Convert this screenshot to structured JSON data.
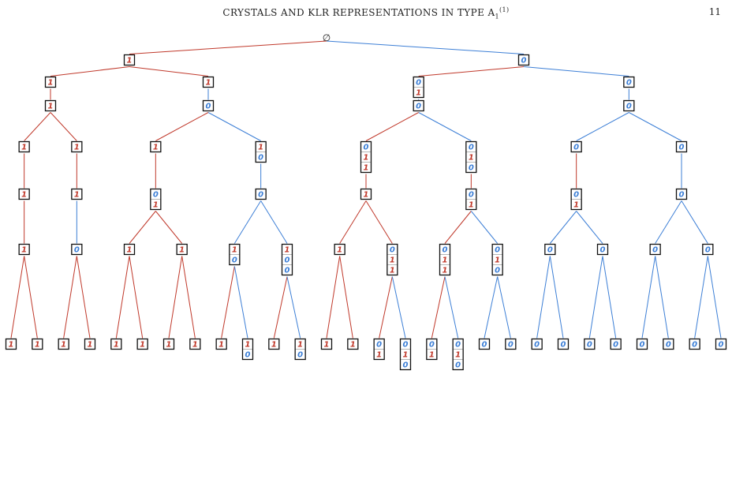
{
  "header": {
    "title_main": "CRYSTALS AND KLR REPRESENTATIONS IN TYPE ",
    "title_type": "A",
    "title_sub": "1",
    "title_sup": "(1)",
    "page_number": "11"
  },
  "colors": {
    "red": "#c0392b",
    "blue": "#3d7fd6",
    "box": "#111111"
  },
  "tree": {
    "root_label": "∅",
    "nodes": [
      {
        "id": "r",
        "t": "root"
      },
      {
        "id": "a",
        "p": "r",
        "c": [
          "1"
        ]
      },
      {
        "id": "b",
        "p": "r",
        "c": [
          "0"
        ]
      },
      {
        "id": "a1",
        "p": "a",
        "c": [
          "1"
        ]
      },
      {
        "id": "a2",
        "p": "a",
        "c": [
          "1"
        ]
      },
      {
        "id": "b1",
        "p": "b",
        "c": [
          "0",
          "1"
        ]
      },
      {
        "id": "b2",
        "p": "b",
        "c": [
          "0"
        ]
      },
      {
        "id": "a1a",
        "p": "a1",
        "c": [
          "1"
        ]
      },
      {
        "id": "a2a",
        "p": "a2",
        "c": [
          "0"
        ]
      },
      {
        "id": "b1a",
        "p": "b1",
        "c": [
          "0"
        ]
      },
      {
        "id": "b2a",
        "p": "b2",
        "c": [
          "0"
        ]
      },
      {
        "id": "n31",
        "p": "a1a",
        "c": [
          "1"
        ]
      },
      {
        "id": "n32",
        "p": "a1a",
        "c": [
          "1"
        ]
      },
      {
        "id": "n33",
        "p": "a2a",
        "c": [
          "1"
        ]
      },
      {
        "id": "n34",
        "p": "a2a",
        "c": [
          "1",
          "0"
        ]
      },
      {
        "id": "n35",
        "p": "b1a",
        "c": [
          "0",
          "1",
          "1"
        ]
      },
      {
        "id": "n36",
        "p": "b1a",
        "c": [
          "0",
          "1",
          "0"
        ]
      },
      {
        "id": "n37",
        "p": "b2a",
        "c": [
          "0"
        ]
      },
      {
        "id": "n38",
        "p": "b2a",
        "c": [
          "0"
        ]
      },
      {
        "id": "n41",
        "p": "n31",
        "c": [
          "1"
        ]
      },
      {
        "id": "n42",
        "p": "n32",
        "c": [
          "1"
        ]
      },
      {
        "id": "n43",
        "p": "n33",
        "c": [
          "0",
          "1"
        ]
      },
      {
        "id": "n44",
        "p": "n34",
        "c": [
          "0"
        ]
      },
      {
        "id": "n45",
        "p": "n35",
        "c": [
          "1"
        ]
      },
      {
        "id": "n46",
        "p": "n36",
        "c": [
          "0",
          "1"
        ]
      },
      {
        "id": "n47",
        "p": "n37",
        "c": [
          "0",
          "1"
        ]
      },
      {
        "id": "n48",
        "p": "n38",
        "c": [
          "0"
        ]
      },
      {
        "id": "n51",
        "p": "n41",
        "c": [
          "1"
        ]
      },
      {
        "id": "n52",
        "p": "n42",
        "c": [
          "0"
        ]
      },
      {
        "id": "n53",
        "p": "n43",
        "c": [
          "1"
        ]
      },
      {
        "id": "n54",
        "p": "n43",
        "c": [
          "1"
        ]
      },
      {
        "id": "n55",
        "p": "n44",
        "c": [
          "1",
          "0"
        ]
      },
      {
        "id": "n56",
        "p": "n44",
        "c": [
          "1",
          "0",
          "0"
        ]
      },
      {
        "id": "n57",
        "p": "n45",
        "c": [
          "1"
        ]
      },
      {
        "id": "n58",
        "p": "n45",
        "c": [
          "0",
          "1",
          "1"
        ]
      },
      {
        "id": "n59",
        "p": "n46",
        "c": [
          "0",
          "1",
          "1"
        ]
      },
      {
        "id": "n510",
        "p": "n46",
        "c": [
          "0",
          "1",
          "0"
        ]
      },
      {
        "id": "n511",
        "p": "n47",
        "c": [
          "0"
        ]
      },
      {
        "id": "n512",
        "p": "n47",
        "c": [
          "0"
        ]
      },
      {
        "id": "n513",
        "p": "n48",
        "c": [
          "0"
        ]
      },
      {
        "id": "n514",
        "p": "n48",
        "c": [
          "0"
        ]
      },
      {
        "id": "l1",
        "p": "n51",
        "c": [
          "1"
        ]
      },
      {
        "id": "l2",
        "p": "n51",
        "c": [
          "1"
        ]
      },
      {
        "id": "l3",
        "p": "n52",
        "c": [
          "1"
        ]
      },
      {
        "id": "l4",
        "p": "n52",
        "c": [
          "1"
        ]
      },
      {
        "id": "l5",
        "p": "n53",
        "c": [
          "1"
        ]
      },
      {
        "id": "l6",
        "p": "n53",
        "c": [
          "1"
        ]
      },
      {
        "id": "l7",
        "p": "n54",
        "c": [
          "1"
        ]
      },
      {
        "id": "l8",
        "p": "n54",
        "c": [
          "1"
        ]
      },
      {
        "id": "l9",
        "p": "n55",
        "c": [
          "1"
        ]
      },
      {
        "id": "l10",
        "p": "n55",
        "c": [
          "1",
          "0"
        ]
      },
      {
        "id": "l11",
        "p": "n56",
        "c": [
          "1"
        ]
      },
      {
        "id": "l12",
        "p": "n56",
        "c": [
          "1",
          "0"
        ]
      },
      {
        "id": "l13",
        "p": "n57",
        "c": [
          "1"
        ]
      },
      {
        "id": "l14",
        "p": "n57",
        "c": [
          "1"
        ]
      },
      {
        "id": "l15",
        "p": "n58",
        "c": [
          "0",
          "1"
        ]
      },
      {
        "id": "l16",
        "p": "n58",
        "c": [
          "0",
          "1",
          "0"
        ]
      },
      {
        "id": "l17",
        "p": "n59",
        "c": [
          "0",
          "1"
        ]
      },
      {
        "id": "l18",
        "p": "n59",
        "c": [
          "0",
          "1",
          "0"
        ]
      },
      {
        "id": "l19",
        "p": "n510",
        "c": [
          "0"
        ]
      },
      {
        "id": "l20",
        "p": "n510",
        "c": [
          "0"
        ]
      },
      {
        "id": "l21",
        "p": "n511",
        "c": [
          "0"
        ]
      },
      {
        "id": "l22",
        "p": "n511",
        "c": [
          "0"
        ]
      },
      {
        "id": "l23",
        "p": "n512",
        "c": [
          "0"
        ]
      },
      {
        "id": "l24",
        "p": "n512",
        "c": [
          "0"
        ]
      },
      {
        "id": "l25",
        "p": "n513",
        "c": [
          "0"
        ]
      },
      {
        "id": "l26",
        "p": "n513",
        "c": [
          "0"
        ]
      },
      {
        "id": "l27",
        "p": "n514",
        "c": [
          "0"
        ]
      },
      {
        "id": "l28",
        "p": "n514",
        "c": [
          "0"
        ]
      }
    ]
  }
}
